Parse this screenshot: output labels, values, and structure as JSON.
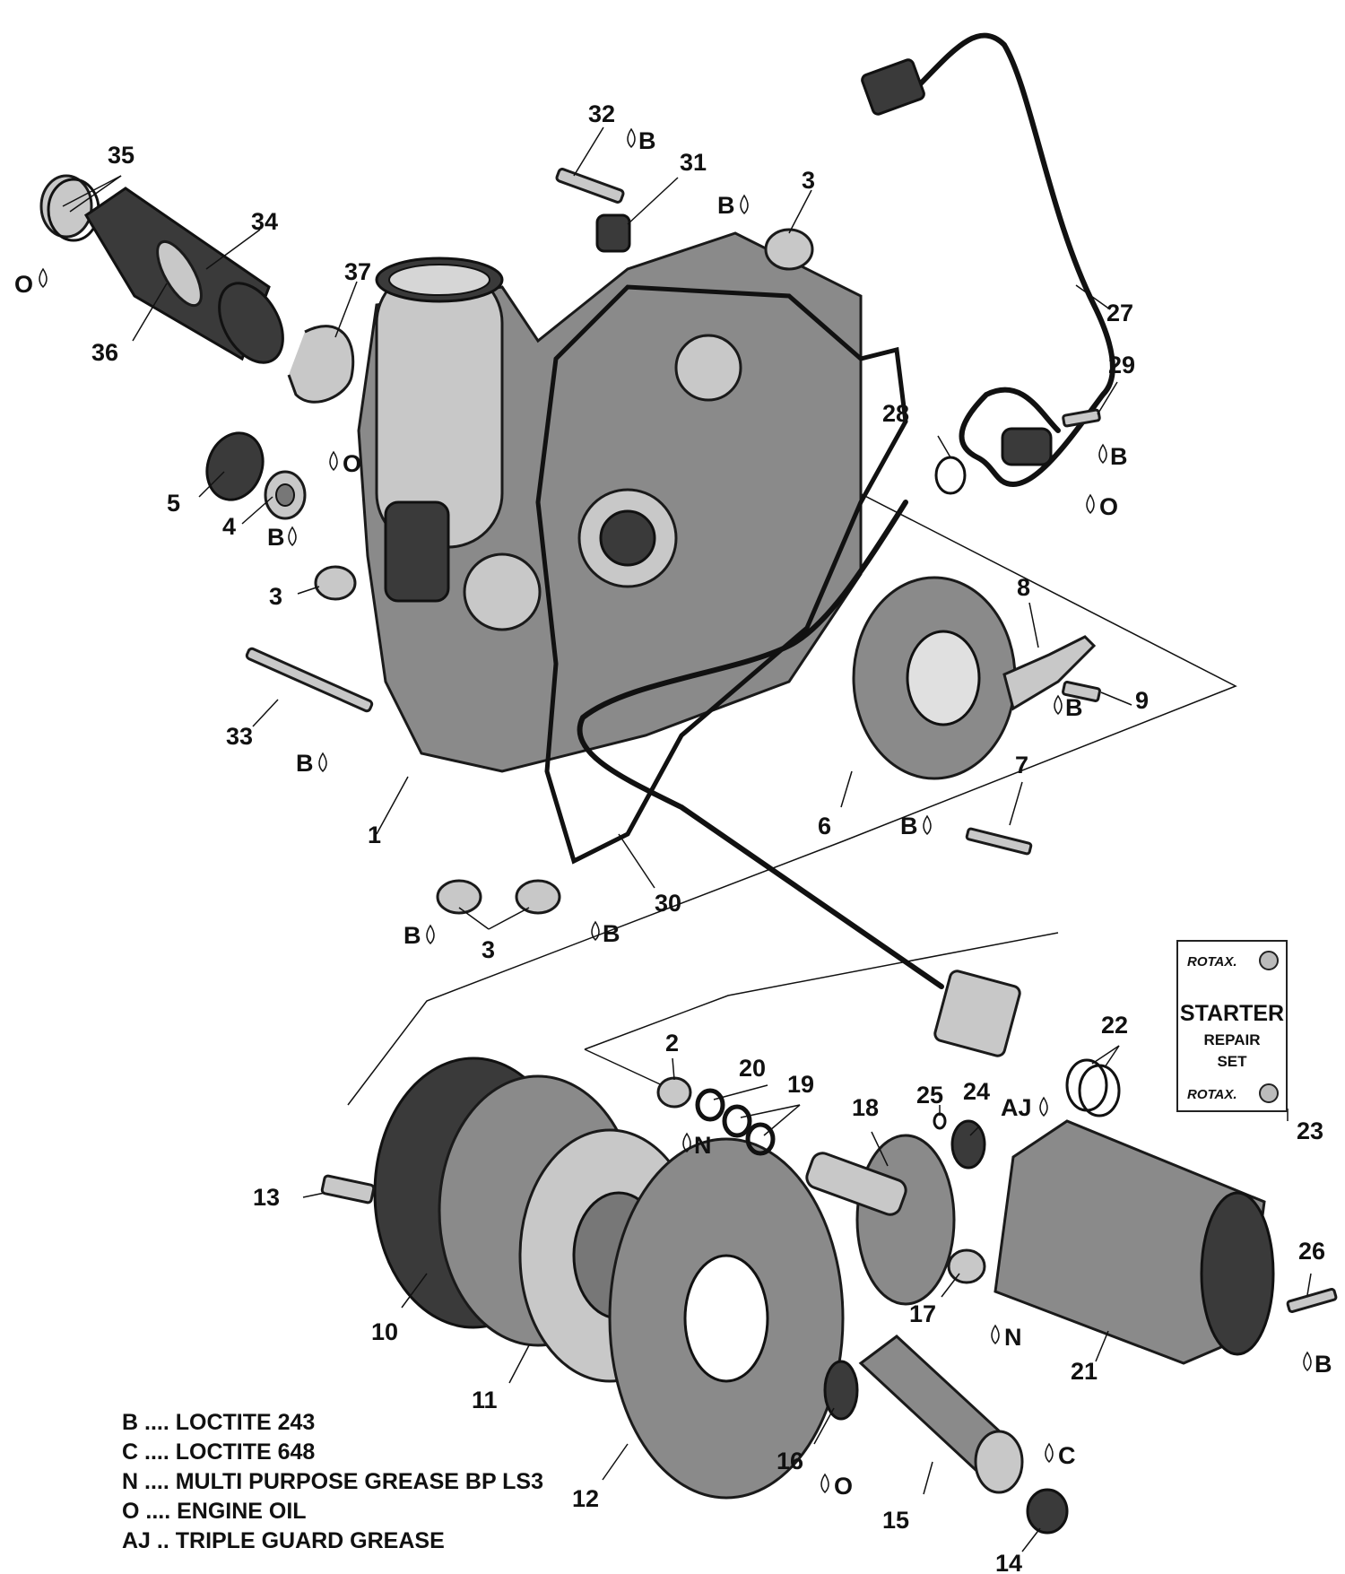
{
  "callouts": {
    "c1": "1",
    "c2": "2",
    "c3a": "3",
    "c3b": "3",
    "c3c": "3",
    "c4": "4",
    "c5": "5",
    "c6": "6",
    "c7": "7",
    "c8": "8",
    "c9": "9",
    "c10": "10",
    "c11": "11",
    "c12": "12",
    "c13": "13",
    "c14": "14",
    "c15": "15",
    "c16": "16",
    "c17": "17",
    "c18": "18",
    "c19": "19",
    "c20": "20",
    "c21": "21",
    "c22": "22",
    "c23": "23",
    "c24": "24",
    "c25": "25",
    "c26": "26",
    "c27": "27",
    "c28": "28",
    "c29": "29",
    "c30": "30",
    "c31": "31",
    "c32": "32",
    "c33": "33",
    "c34": "34",
    "c35": "35",
    "c36": "36",
    "c37": "37"
  },
  "markers": {
    "m35": "O",
    "m32": "B",
    "m3top": "B",
    "m4": "O",
    "m3mid": "B",
    "m29": "B",
    "m27": "O",
    "m9": "B",
    "m33": "B",
    "m7": "B",
    "m3a": "B",
    "m3b": "B",
    "m2": "N",
    "mAJ": "AJ",
    "m17": "N",
    "m26": "B",
    "m16": "O",
    "m15": "C"
  },
  "kit_card": {
    "brand_top": "ROTAX.",
    "title": "STARTER",
    "line2": "REPAIR",
    "line3": "SET",
    "brand_bottom": "ROTAX."
  },
  "legend": [
    {
      "code": "B",
      "text": "B .... LOCTITE 243"
    },
    {
      "code": "C",
      "text": "C .... LOCTITE 648"
    },
    {
      "code": "N",
      "text": "N .... MULTI PURPOSE GREASE BP LS3"
    },
    {
      "code": "O",
      "text": "O .... ENGINE OIL"
    },
    {
      "code": "AJ",
      "text": "AJ .. TRIPLE GUARD GREASE"
    }
  ]
}
